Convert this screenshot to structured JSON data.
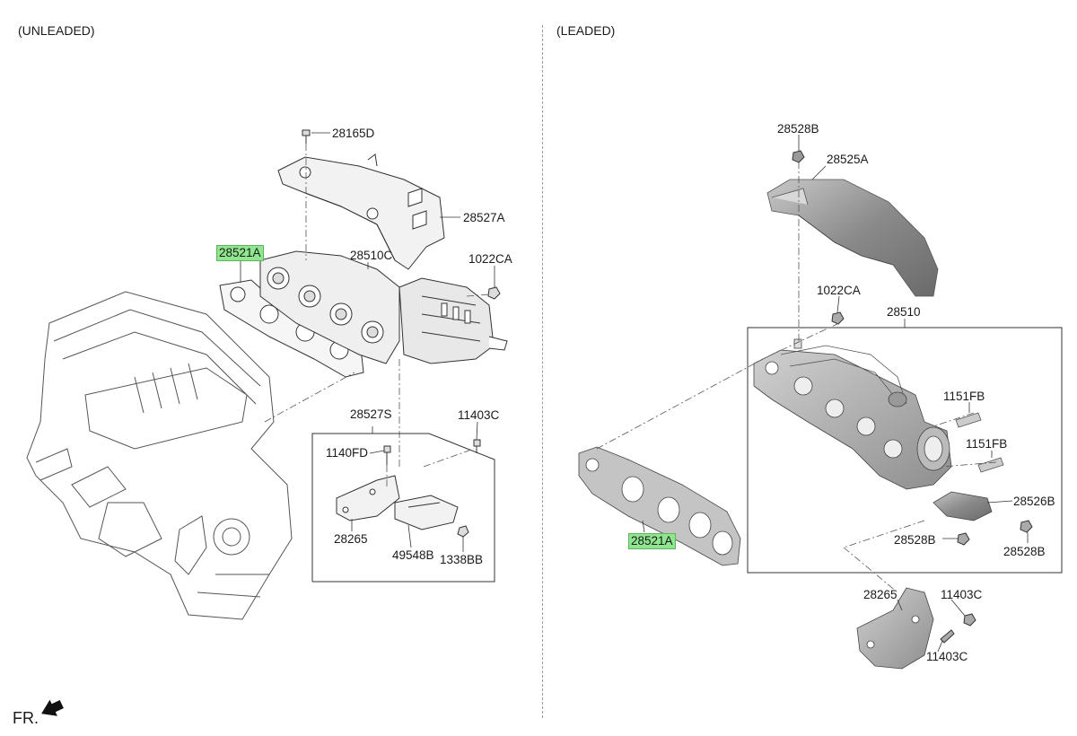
{
  "sections": {
    "left_title": "(UNLEADED)",
    "right_title": "(LEADED)"
  },
  "direction_label": "FR.",
  "labels": {
    "l_28165D": "28165D",
    "l_28527A": "28527A",
    "l_28521A": "28521A",
    "l_28510C": "28510C",
    "l_1022CA": "1022CA",
    "l_28527S": "28527S",
    "l_11403C": "11403C",
    "l_1140FD": "1140FD",
    "l_28265": "28265",
    "l_49548B": "49548B",
    "l_1338BB": "1338BB",
    "r_28528B_top": "28528B",
    "r_28525A": "28525A",
    "r_1022CA": "1022CA",
    "r_28510": "28510",
    "r_1151FB_a": "1151FB",
    "r_1151FB_b": "1151FB",
    "r_28526B": "28526B",
    "r_28528B_mid": "28528B",
    "r_28528B_right": "28528B",
    "r_28521A": "28521A",
    "r_28265": "28265",
    "r_11403C_a": "11403C",
    "r_11403C_b": "11403C"
  },
  "colors": {
    "highlight": "#8fe68f",
    "line": "#333333",
    "dark_part": "#7a7a7a"
  }
}
